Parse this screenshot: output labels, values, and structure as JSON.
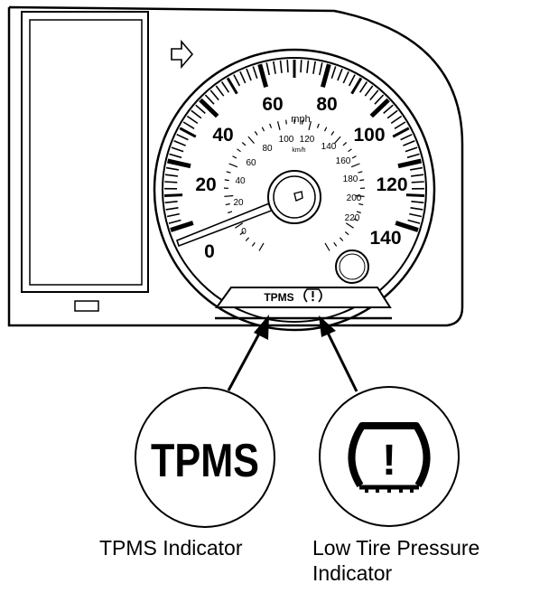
{
  "speedometer": {
    "mph_labels": [
      "0",
      "20",
      "40",
      "60",
      "80",
      "100",
      "120",
      "140"
    ],
    "mph_unit": "mph",
    "kmh_labels": [
      "0",
      "20",
      "40",
      "60",
      "80",
      "100",
      "120",
      "140",
      "160",
      "180",
      "200",
      "220"
    ],
    "kmh_unit": "km/h",
    "strip_text": "TPMS",
    "strip_symbol": "(!)"
  },
  "callouts": {
    "tpms_badge": "TPMS",
    "tpms_caption": "TPMS Indicator",
    "low_pressure_caption_line1": "Low Tire Pressure",
    "low_pressure_caption_line2": "Indicator",
    "low_pressure_symbol": "!"
  },
  "icons": {
    "turn_signal": "right-arrow-icon",
    "low_pressure": "tire-pressure-icon"
  }
}
